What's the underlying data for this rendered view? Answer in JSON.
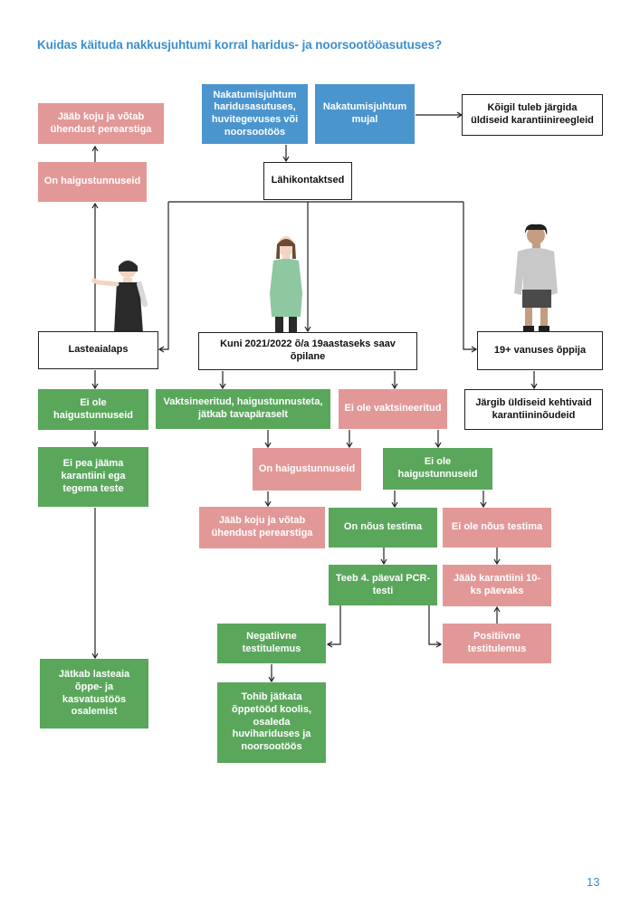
{
  "title": "Kuidas käituda nakkusjuhtumi korral haridus- ja noorsootööasutuses?",
  "page_number": "13",
  "colors": {
    "blue": "#4b95cf",
    "pink": "#e39898",
    "green": "#5aa75c",
    "title": "#3b8fcf"
  },
  "boxes": {
    "incident_edu": "Nakatumisjuhtum haridusasutuses, huvitegevuses või noorsootöös",
    "incident_elsewhere": "Nakatumisjuhtum mujal",
    "general_quarantine": "Kõigil tuleb järgida üldiseid karantiinireegleid",
    "close_contacts": "Lähikontaktsed",
    "kg_stays_home": "Jääb koju ja võtab ühendust perearstiga",
    "kg_has_symptoms": "On haigustunnuseid",
    "kindergarten_child": "Lasteaialaps",
    "student": "Kuni 2021/2022 õ/a 19aastaseks saav õpilane",
    "adult_learner": "19+ vanuses õppija",
    "adult_follows_rules": "Järgib üldiseid kehtivaid karantiininõudeid",
    "kg_no_symptoms": "Ei ole haigustunnuseid",
    "kg_no_quarantine": "Ei pea jääma karantiini ega tegema teste",
    "kg_continues": "Jätkab lasteaia õppe- ja kasvatustöös osalemist",
    "vaccinated": "Vaktsineeritud, haigustunnusteta, jätkab tavapäraselt",
    "not_vaccinated": "Ei ole vaktsineeritud",
    "st_has_symptoms": "On haigustunnuseid",
    "st_stays_home": "Jääb koju ja võtab ühendust perearstiga",
    "st_no_symptoms": "Ei ole haigustunnuseid",
    "agrees_test": "On nõus testima",
    "refuses_test": "Ei ole nõus testima",
    "pcr_test": "Teeb  4. päeval PCR-testi",
    "quarantine_10": "Jääb karantiini 10-ks päevaks",
    "negative_result": "Negatiivne testitulemus",
    "positive_result": "Positiivne testitulemus",
    "may_continue": "Tohib jätkata õppetööd koolis, osaleda huvihariduses ja noorsootöös"
  },
  "figures": [
    "child-figure",
    "teen-figure",
    "adult-figure"
  ]
}
